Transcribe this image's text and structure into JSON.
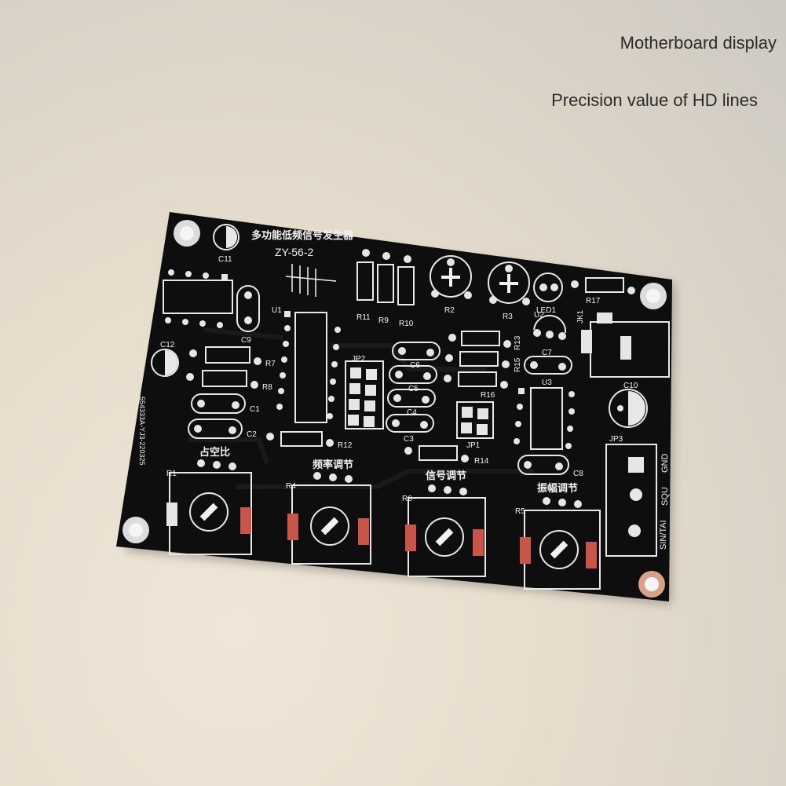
{
  "captions": {
    "top": "Motherboard display",
    "second": "Precision value of HD lines"
  },
  "board": {
    "title_cn": "多功能低频信号发生器",
    "model": "ZY-56-2",
    "serial": "554333A-YJ3-220325",
    "labels": {
      "C11": "C11",
      "C9": "C9",
      "C12": "C12",
      "U1": "U1",
      "R7": "R7",
      "R8": "R8",
      "C1": "C1",
      "C2": "C2",
      "R12": "R12",
      "R11": "R11",
      "R9": "R9",
      "R10": "R10",
      "R2": "R2",
      "R3": "R3",
      "LED1": "LED1",
      "R17": "R17",
      "U2": "U2",
      "JK1": "JK1",
      "C7": "C7",
      "R13": "R13",
      "R15": "R15",
      "R16": "R16",
      "U3": "U3",
      "C10": "C10",
      "C8": "C8",
      "JP2": "JP2",
      "JP1": "JP1",
      "JP3": "JP3",
      "C6": "C6",
      "C5": "C5",
      "C4": "C4",
      "C3": "C3",
      "R14": "R14",
      "R1": "R1",
      "R4": "R4",
      "R6": "R6",
      "R5": "R5"
    },
    "knobs": {
      "duty": "占空比",
      "freq": "频率调节",
      "signal": "信号调节",
      "amp": "振幅调节"
    },
    "jp3_pins": {
      "gnd": "GND",
      "squ": "SQU",
      "sin": "SIN/TAI"
    }
  },
  "colors": {
    "board": "#0e0e0e",
    "silkscreen": "#f2f2f2",
    "pad": "#e6e6e6",
    "copper": "#c8554a"
  }
}
